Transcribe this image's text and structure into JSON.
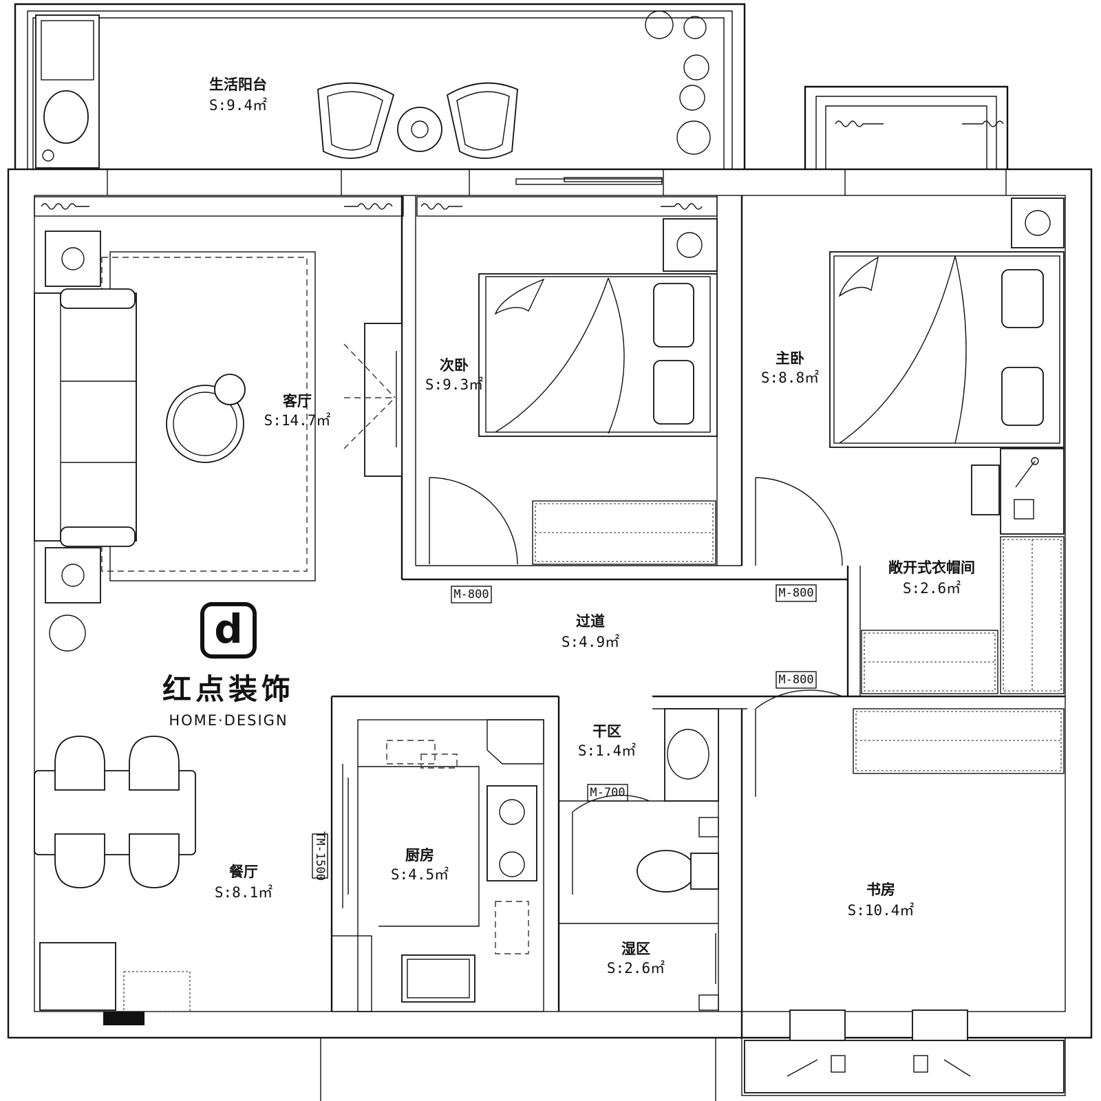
{
  "rooms": [
    {
      "key": "balcony",
      "name": "生活阳台",
      "area": "S:9.4㎡"
    },
    {
      "key": "living",
      "name": "客厅",
      "area": "S:14.7㎡"
    },
    {
      "key": "second_bedroom",
      "name": "次卧",
      "area": "S:9.3㎡"
    },
    {
      "key": "master_bedroom",
      "name": "主卧",
      "area": "S:8.8㎡"
    },
    {
      "key": "closet",
      "name": "敞开式衣帽间",
      "area": "S:2.6㎡"
    },
    {
      "key": "hallway",
      "name": "过道",
      "area": "S:4.9㎡"
    },
    {
      "key": "dry_area",
      "name": "干区",
      "area": "S:1.4㎡"
    },
    {
      "key": "kitchen",
      "name": "厨房",
      "area": "S:4.5㎡"
    },
    {
      "key": "dining",
      "name": "餐厅",
      "area": "S:8.1㎡"
    },
    {
      "key": "wet_area",
      "name": "湿区",
      "area": "S:2.6㎡"
    },
    {
      "key": "study",
      "name": "书房",
      "area": "S:10.4㎡"
    }
  ],
  "door_tags": [
    "M-800",
    "M-800",
    "M-800",
    "M-700",
    "TM-1500"
  ],
  "brand": {
    "logo_glyph": "d",
    "name_cn": "红点装饰",
    "name_en": "HOME·DESIGN"
  }
}
